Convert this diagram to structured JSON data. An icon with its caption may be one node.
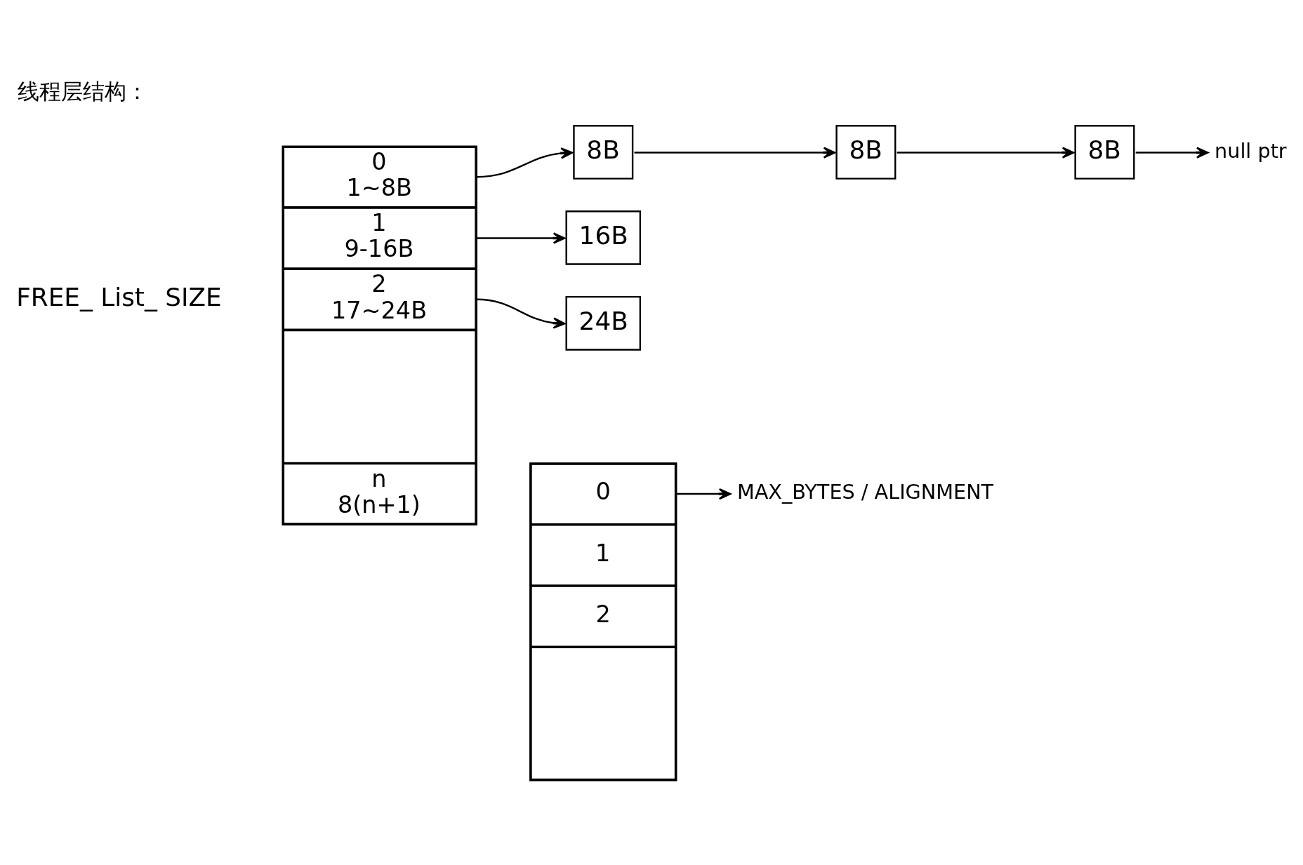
{
  "diagram": {
    "title": "线程层结构：",
    "nodes": [
      {
        "text": [],
        "shape": "box"
      },
      {
        "text": [
          "0",
          "1~8B"
        ],
        "in": 0
      },
      {
        "text": [
          "1",
          "9-16B"
        ],
        "in": 0
      },
      {
        "text": [
          "2",
          "17~24B"
        ],
        "in": 0
      },
      {
        "text": [],
        "shape": "box",
        "in": 0
      },
      {
        "text": [
          "n",
          "8(n+1)"
        ],
        "in": 0
      },
      {
        "text": [
          "8B"
        ]
      },
      {
        "text": [
          "8B"
        ]
      },
      {
        "text": [
          "8B"
        ]
      },
      {
        "text": [
          "null ptr"
        ]
      },
      {
        "text": [
          "16B"
        ]
      },
      {
        "text": [
          "24B"
        ]
      },
      {
        "text": [],
        "shape": "box"
      },
      {
        "text": [
          "0"
        ],
        "in": 12
      },
      {
        "text": [
          "1"
        ],
        "in": 12
      },
      {
        "text": [
          "2"
        ],
        "in": 12
      },
      {
        "text": [],
        "shape": "box",
        "in": 12
      },
      {
        "text": [
          "MAX_BYTES / ALIGNMENT"
        ]
      }
    ],
    "edges": [
      {
        "from": 1,
        "to": 6,
        "arrow": "to"
      },
      {
        "from": 6,
        "to": 7,
        "arrow": "to"
      },
      {
        "from": 7,
        "to": 8,
        "arrow": "to"
      },
      {
        "from": 8,
        "to": 9,
        "arrow": "to"
      },
      {
        "from": 2,
        "to": 10,
        "arrow": "to"
      },
      {
        "from": 3,
        "to": 11,
        "arrow": "to"
      },
      {
        "from": 13,
        "to": 17,
        "arrow": "to"
      }
    ],
    "labels": [
      "FREE_ List_ SIZE"
    ]
  }
}
